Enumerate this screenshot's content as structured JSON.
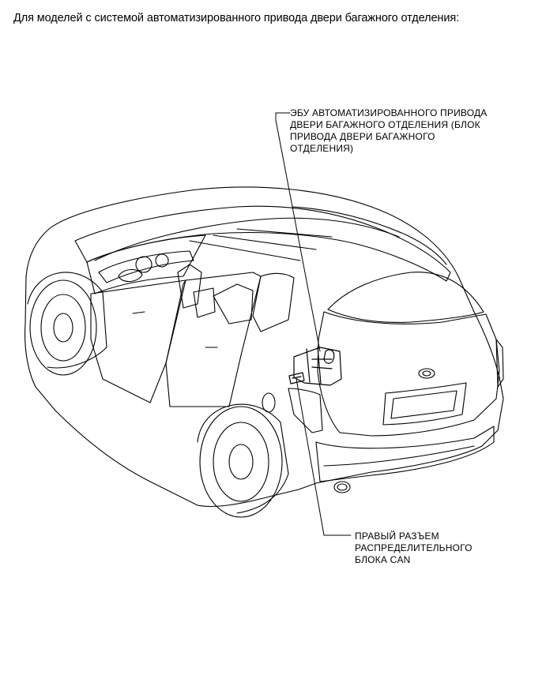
{
  "heading": "Для моделей с системой автоматизированного привода двери багажного отделения:",
  "callouts": {
    "ecu": {
      "lines": [
        "ЭБУ АВТОМАТИЗИРОВАННОГО ПРИВОДА",
        "ДВЕРИ БАГАЖНОГО ОТДЕЛЕНИЯ (БЛОК",
        "ПРИВОДА ДВЕРИ БАГАЖНОГО",
        "ОТДЕЛЕНИЯ)"
      ]
    },
    "can": {
      "lines": [
        "ПРАВЫЙ РАЗЪЕМ",
        "РАСПРЕДЕЛИТЕЛЬНОГО",
        "БЛОКА CAN"
      ]
    }
  }
}
